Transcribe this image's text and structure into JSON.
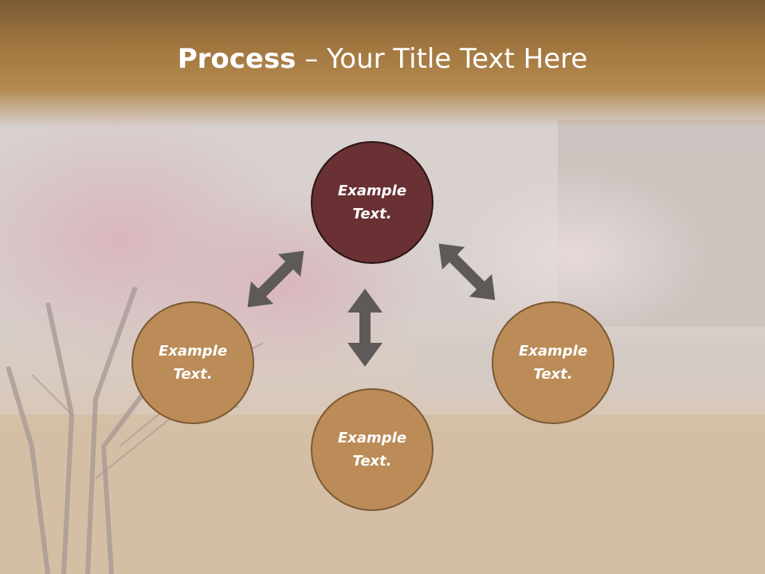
{
  "slide": {
    "title_bold": "Process",
    "title_rest": " – Your Title Text Here"
  },
  "nodes": {
    "top": {
      "line1": "Example",
      "line2": "Text."
    },
    "left": {
      "line1": "Example",
      "line2": "Text."
    },
    "right": {
      "line1": "Example",
      "line2": "Text."
    },
    "bottom": {
      "line1": "Example",
      "line2": "Text."
    }
  },
  "colors": {
    "title_band": "#a0763f",
    "center_node": "#6a3134",
    "outer_node": "#bb8c58",
    "arrow": "#5e5a58"
  }
}
